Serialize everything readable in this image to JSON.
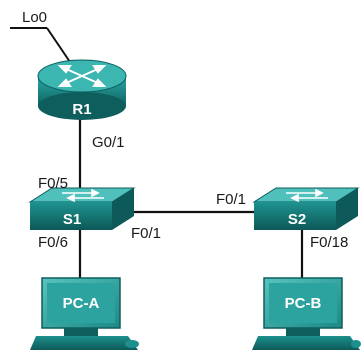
{
  "colors": {
    "device_teal": "#1d8f8c",
    "device_dark": "#0e5e5d",
    "device_light": "#5fc9c4",
    "link": "#111111",
    "label": "#1a1a1a"
  },
  "loopback": {
    "label": "Lo0"
  },
  "router": {
    "name": "R1",
    "icon": "router-icon"
  },
  "switch1": {
    "name": "S1",
    "icon": "switch-icon"
  },
  "switch2": {
    "name": "S2",
    "icon": "switch-icon"
  },
  "pca": {
    "name": "PC-A",
    "icon": "pc-icon"
  },
  "pcb": {
    "name": "PC-B",
    "icon": "pc-icon"
  },
  "ports": {
    "r1_g01": "G0/1",
    "s1_f05": "F0/5",
    "s1_f06": "F0/6",
    "s1_f01": "F0/1",
    "s2_f01": "F0/1",
    "s2_f018": "F0/18"
  }
}
